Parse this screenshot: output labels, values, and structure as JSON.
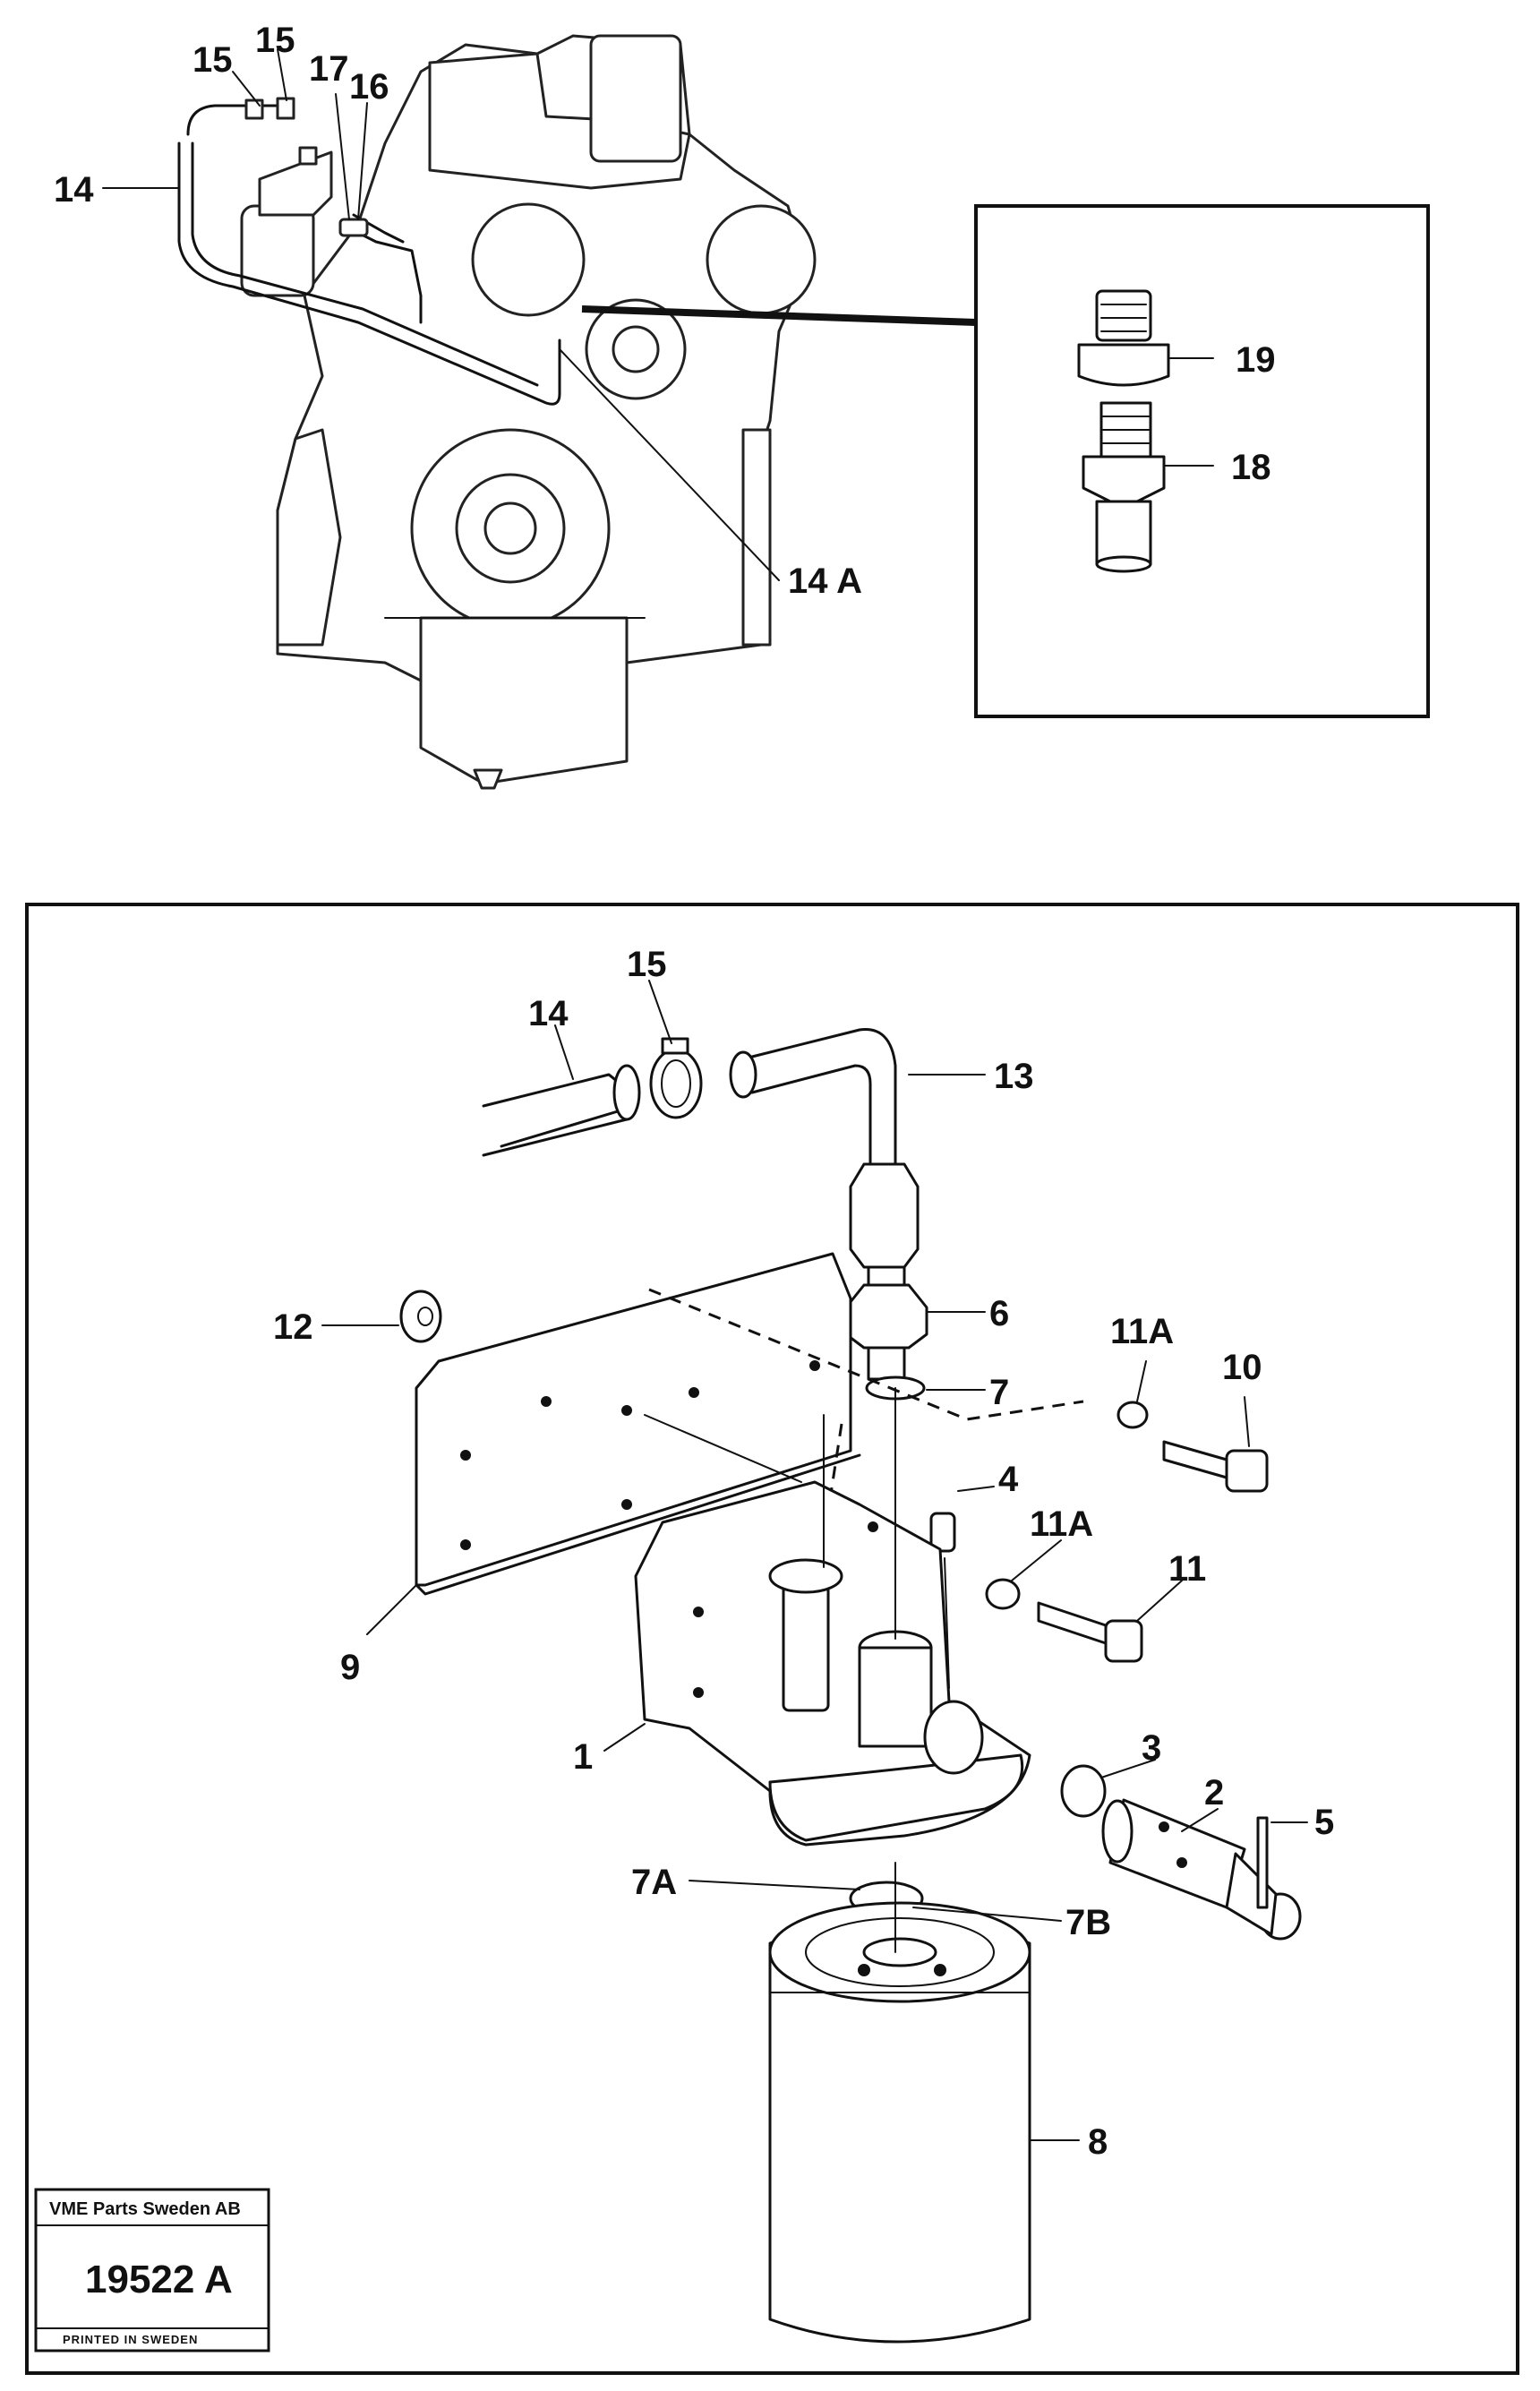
{
  "diagram": {
    "top_labels": [
      "15",
      "15",
      "17",
      "16",
      "14",
      "14 A",
      "19",
      "18"
    ],
    "bottom_labels": [
      "15",
      "14",
      "13",
      "12",
      "6",
      "7",
      "11A",
      "10",
      "4",
      "11A",
      "11",
      "9",
      "1",
      "3",
      "2",
      "5",
      "7A",
      "7B",
      "8"
    ]
  },
  "stamp": {
    "company": "VME Parts Sweden AB",
    "number": "19522 A",
    "printed": "PRINTED IN SWEDEN"
  }
}
